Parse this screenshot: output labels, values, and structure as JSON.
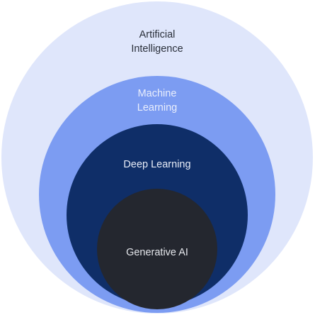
{
  "diagram": {
    "type": "nested-circles",
    "layers": [
      {
        "id": "ai",
        "label_lines": [
          "Artificial",
          "Intelligence"
        ],
        "fill": "#dfe6fb",
        "text_color": "#2a2f3a"
      },
      {
        "id": "ml",
        "label_lines": [
          "Machine",
          "Learning"
        ],
        "fill": "#7c9cf2",
        "text_color": "#e9eefc"
      },
      {
        "id": "dl",
        "label_lines": [
          "Deep Learning"
        ],
        "fill": "#0f2e68",
        "text_color": "#e8edf8"
      },
      {
        "id": "genai",
        "label_lines": [
          "Generative AI"
        ],
        "fill": "#24272f",
        "text_color": "#e4e6eb"
      }
    ]
  }
}
